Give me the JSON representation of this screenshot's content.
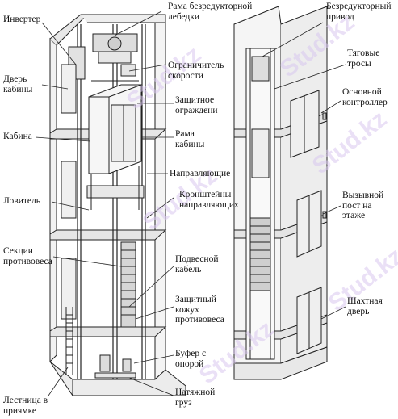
{
  "labels": {
    "inverter": "Инвертер",
    "cabin_door": "Дверь\nкабины",
    "cabin": "Кабина",
    "safety_catcher": "Ловитель",
    "counterweight_sections": "Секции\nпротивовеса",
    "pit_ladder": "Лестница в\nприямке",
    "gearless_winch_frame": "Рама безредукторной\nлебедки",
    "speed_limiter": "Ограничитель\nскорости",
    "protective_guard": "Защитное\nограждени",
    "cabin_frame": "Рама\nкабины",
    "guides": "Направляющие",
    "guide_brackets": "Кронштейны\nнаправляющих",
    "hanging_cable": "Подвесной\nкабель",
    "counterweight_cover": "Защитный\nкожух\nпротивовеса",
    "buffer_with_support": "Буфер с\nопорой",
    "tension_weight": "Натяжной\nгруз",
    "gearless_drive": "Безредукторный\nпривод",
    "traction_ropes": "Тяговые\nтросы",
    "main_controller": "Основной\nконтроллер",
    "call_post": "Вызывной\nпост на\nэтаже",
    "shaft_door": "Шахтная\nдверь"
  },
  "watermark": "Stud.kz"
}
